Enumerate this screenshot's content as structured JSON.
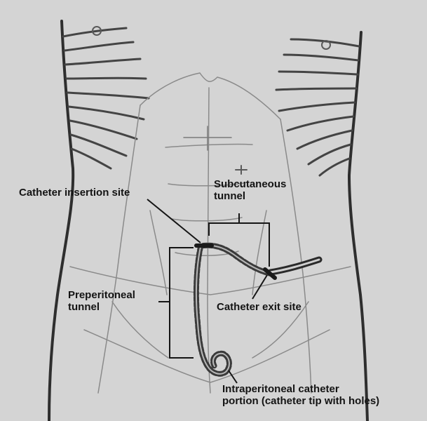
{
  "diagram": {
    "labels": {
      "insertion_site": "Catheter insertion site",
      "subcutaneous_line1": "Subcutaneous",
      "subcutaneous_line2": "tunnel",
      "preperitoneal_line1": "Preperitoneal",
      "preperitoneal_line2": "tunnel",
      "exit_site": "Catheter exit site",
      "intraperitoneal_line1": "Intraperitoneal catheter",
      "intraperitoneal_line2": "portion (catheter tip with holes)"
    },
    "colors": {
      "background": "#d4d4d4",
      "sketch": "#8a8a8a",
      "body_outline": "#2e2e2e",
      "catheter": "#3a3a3a",
      "annotation": "#151515"
    }
  }
}
